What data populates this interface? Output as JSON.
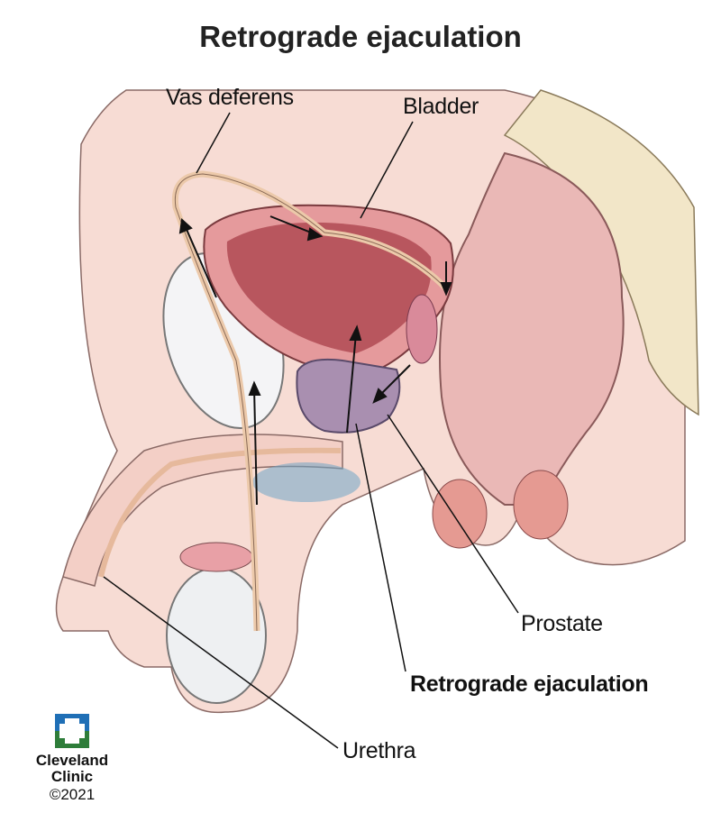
{
  "title": "Retrograde ejaculation",
  "labels": {
    "vas_deferens": "Vas deferens",
    "bladder": "Bladder",
    "prostate": "Prostate",
    "retrograde": "Retrograde ejaculation",
    "urethra": "Urethra"
  },
  "logo": {
    "line1": "Cleveland",
    "line2": "Clinic",
    "copyright": "©2021"
  },
  "colors": {
    "skin": "#f7dcd4",
    "bladder": "#c96a70",
    "prostate": "#a98fb0",
    "rectum": "#eab8b6",
    "vas": "#ecc9aa",
    "logo_blue": "#1f6fb6",
    "logo_green": "#2e7d3a"
  }
}
